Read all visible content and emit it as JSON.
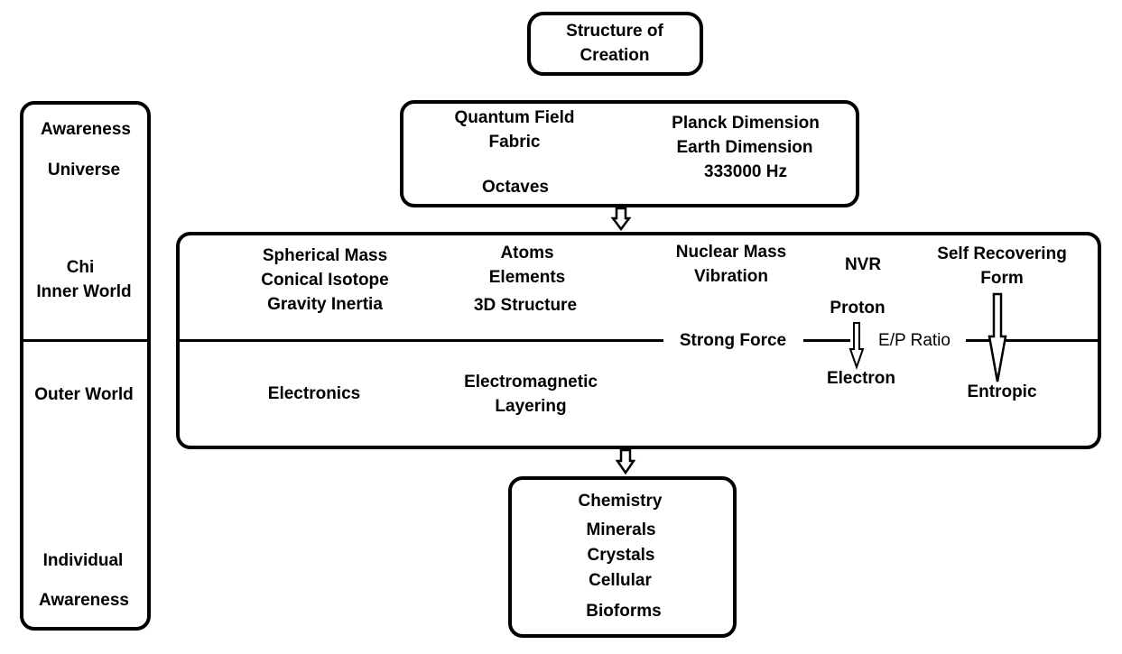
{
  "title": [
    "Structure of",
    "Creation"
  ],
  "left_column": {
    "awareness": "Awareness",
    "universe": "Universe",
    "chi": "Chi",
    "inner_world": "Inner World",
    "outer_world": "Outer World",
    "individual": "Individual",
    "awareness_bottom": "Awareness"
  },
  "top_box": {
    "quantum_field": "Quantum Field",
    "fabric": "Fabric",
    "octaves": "Octaves",
    "planck": "Planck Dimension",
    "earth": "Earth Dimension",
    "hz": "333000 Hz"
  },
  "middle_box": {
    "inner": {
      "col1": [
        "Spherical Mass",
        "Conical Isotope",
        "Gravity Inertia"
      ],
      "atoms": "Atoms",
      "elements": "Elements",
      "structure": "3D Structure",
      "nuclear": [
        "Nuclear Mass",
        "Vibration"
      ],
      "nvr": "NVR",
      "proton": "Proton",
      "self_recovering": [
        "Self Recovering",
        "Form"
      ]
    },
    "strong_force": "Strong Force",
    "ep_ratio": "E/P Ratio",
    "outer": {
      "electronics": "Electronics",
      "electromagnetic": [
        "Electromagnetic",
        "Layering"
      ],
      "electron": "Electron",
      "entropic": "Entropic"
    }
  },
  "bottom_box": {
    "chemistry": "Chemistry",
    "minerals": "Minerals",
    "crystals": "Crystals",
    "cellular": "Cellular",
    "bioforms": "Bioforms"
  }
}
